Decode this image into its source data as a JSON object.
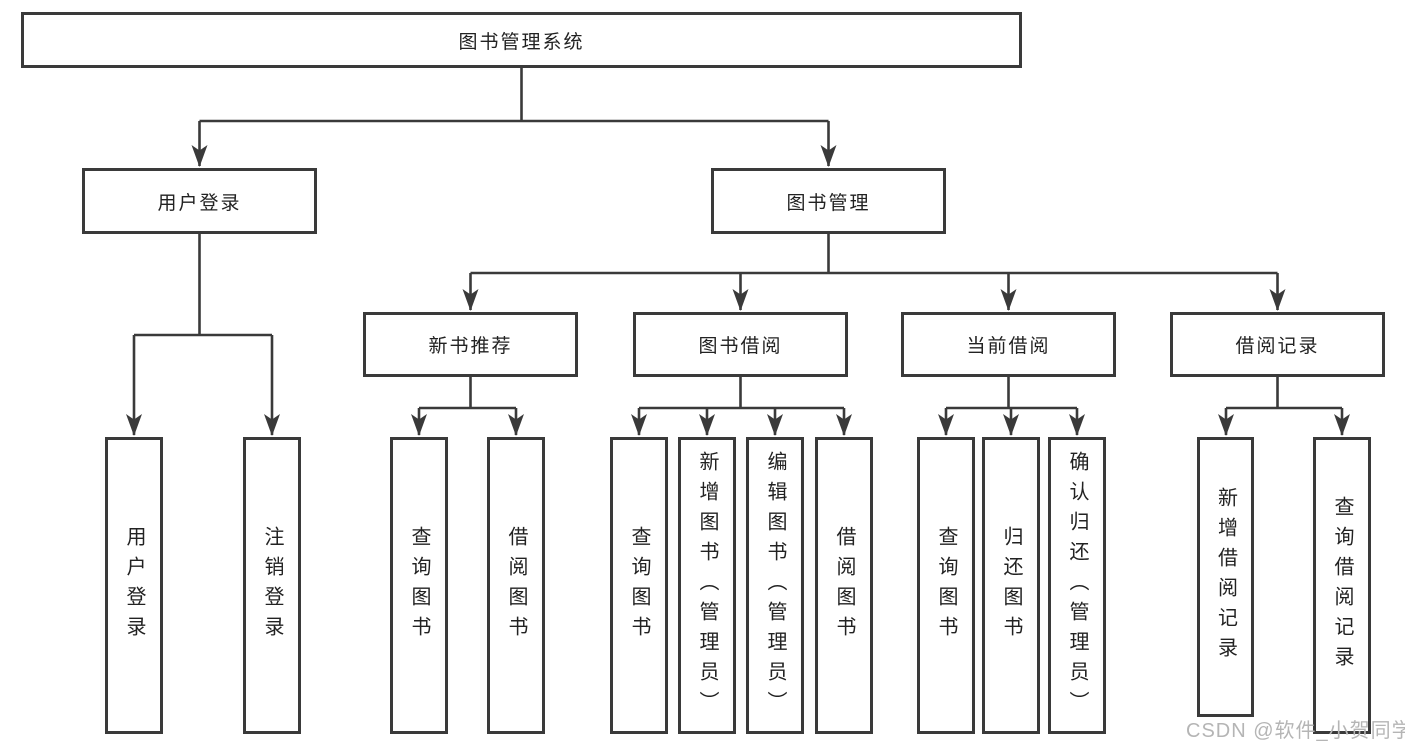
{
  "diagram": {
    "root": {
      "label": "图书管理系统"
    },
    "level2": {
      "user_login": "用户登录",
      "book_management": "图书管理"
    },
    "level3": {
      "new_book_recommend": "新书推荐",
      "book_borrowing": "图书借阅",
      "current_borrowing": "当前借阅",
      "borrowing_records": "借阅记录"
    },
    "leaves": {
      "user_login": "用户登录",
      "logout_login": "注销登录",
      "nb_query_books": "查询图书",
      "nb_borrow_books": "借阅图书",
      "bb_query_books": "查询图书",
      "bb_add_books_admin": "新增图书（管理员）",
      "bb_edit_books_admin": "编辑图书（管理员）",
      "bb_borrow_books": "借阅图书",
      "cb_query_books": "查询图书",
      "cb_return_books": "归还图书",
      "cb_confirm_return_admin": "确认归还（管理员）",
      "br_add_record": "新增借阅记录",
      "br_query_record": "查询借阅记录"
    },
    "colors": {
      "line": "#3a3a3a",
      "text": "#222222",
      "background": "#ffffff"
    }
  },
  "watermark": {
    "text": "CSDN @软件_小贺同学",
    "color": "#b5b5b5"
  }
}
